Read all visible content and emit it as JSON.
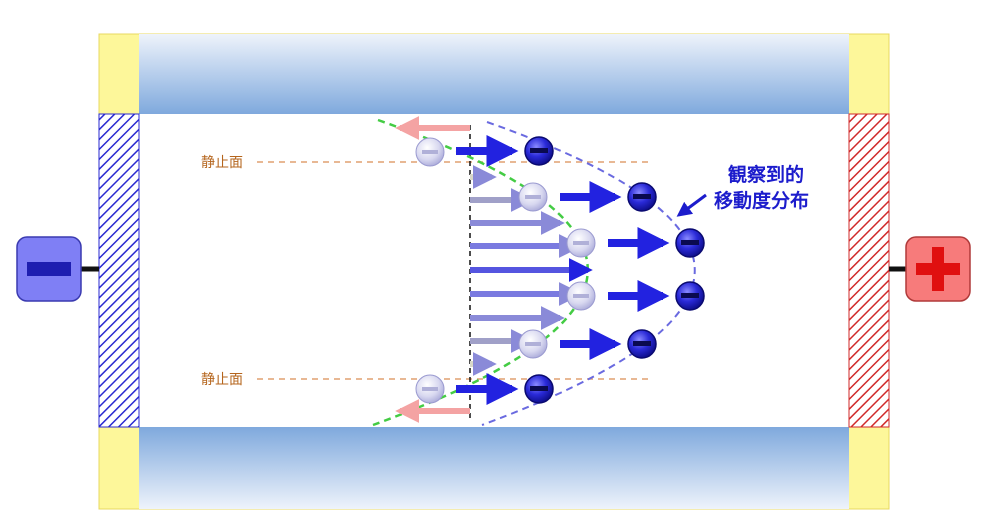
{
  "labels": {
    "stationary_plane": "静止面",
    "observed_line1": "観察到的",
    "observed_line2": "移動度分布"
  },
  "electrodes": {
    "negative_symbol": "−",
    "positive_symbol": "+"
  },
  "colors": {
    "wall_yellow": "#fdf79a",
    "glass_blue": "#7fa9dd",
    "negative_hatch": "#2a2ad0",
    "positive_hatch": "#d02a2a",
    "negative_box": "#7f7ff5",
    "positive_box": "#f77b7b",
    "particle": "#1c1cc8",
    "arrow_blue": "#2222e0",
    "arrow_pale": "#8a8ad8",
    "arrow_red": "#f4a3a3",
    "profile_green": "#44cc44",
    "profile_blue": "#6a6ae0",
    "stationary_orange": "#e0a070"
  },
  "icons": [
    "minus-icon",
    "plus-icon",
    "pointer-arrow-icon"
  ]
}
